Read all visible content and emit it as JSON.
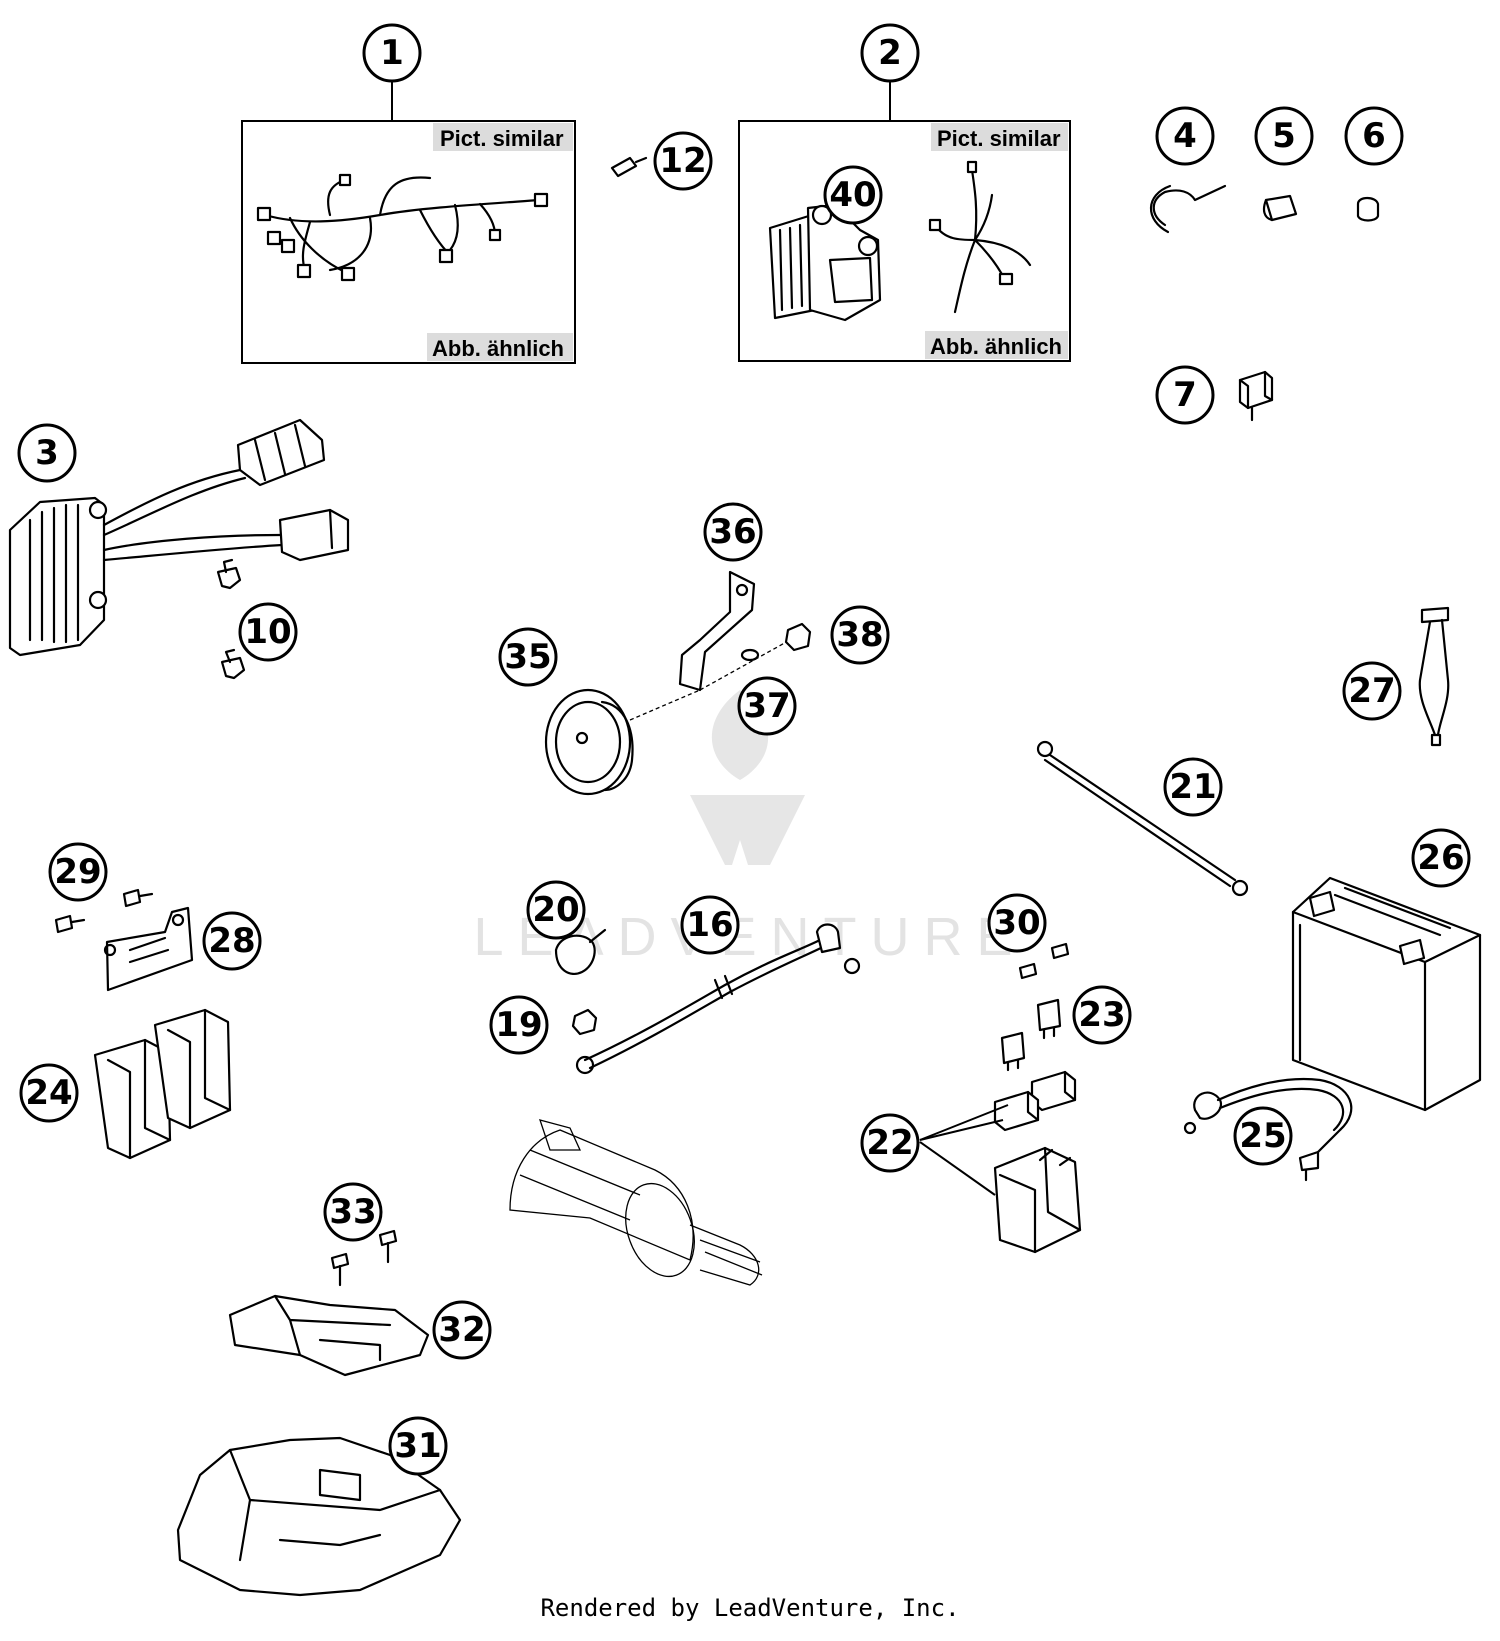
{
  "frames": [
    {
      "id": "frame-1",
      "tag_top": "Pict. similar",
      "tag_bottom": "Abb. ähnlich"
    },
    {
      "id": "frame-2",
      "tag_top": "Pict. similar",
      "tag_bottom": "Abb. ähnlich"
    }
  ],
  "callouts": {
    "c1": "1",
    "c2": "2",
    "c3": "3",
    "c4": "4",
    "c5": "5",
    "c6": "6",
    "c7": "7",
    "c10": "10",
    "c12": "12",
    "c16": "16",
    "c19": "19",
    "c20": "20",
    "c21": "21",
    "c22": "22",
    "c23": "23",
    "c24": "24",
    "c25": "25",
    "c26": "26",
    "c27": "27",
    "c28": "28",
    "c29": "29",
    "c30": "30",
    "c31": "31",
    "c32": "32",
    "c33": "33",
    "c35": "35",
    "c36": "36",
    "c37": "37",
    "c38": "38",
    "c40": "40"
  },
  "watermark": {
    "text": "LEADVENTURE"
  },
  "footer": {
    "text": "Rendered by LeadVenture, Inc."
  }
}
